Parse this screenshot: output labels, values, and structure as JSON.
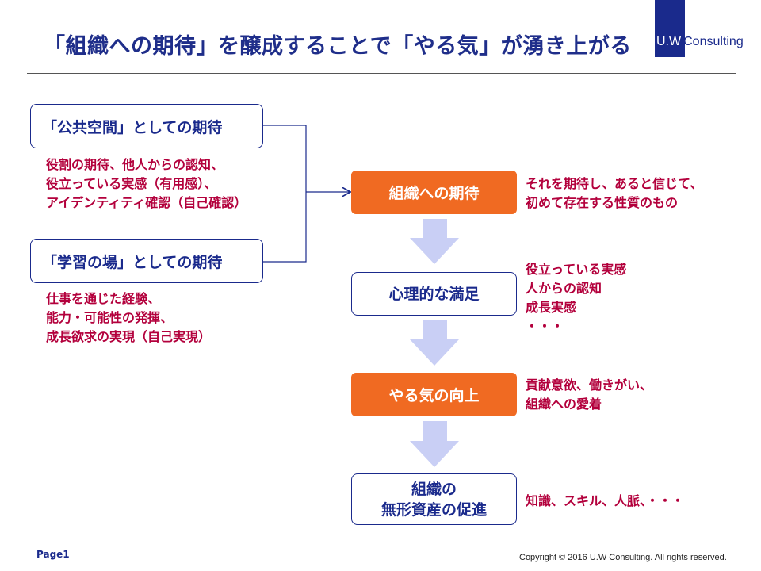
{
  "header": {
    "title": "「組織への期待」を醸成することで「やる気」が湧き上がる",
    "brand_prefix": "U.W",
    "brand_suffix": "Consulting"
  },
  "left": {
    "public_space": {
      "label": "「公共空間」としての期待",
      "details": "役割の期待、他人からの認知、\n役立っている実感（有用感）、\nアイデンティティ確認（自己確認）"
    },
    "learning_place": {
      "label": "「学習の場」としての期待",
      "details": "仕事を通じた経験、\n能力・可能性の発揮、\n成長欲求の実現（自己実現）"
    }
  },
  "flow": [
    {
      "label": "組織への期待",
      "style": "orange",
      "note": "それを期待し、あると信じて、\n初めて存在する性質のもの"
    },
    {
      "label": "心理的な満足",
      "style": "outline",
      "note": "役立っている実感\n人からの認知\n成長実感\n・・・"
    },
    {
      "label": "やる気の向上",
      "style": "orange",
      "note": "貢献意欲、働きがい、\n組織への愛着"
    },
    {
      "label": "組織の\n無形資産の促進",
      "style": "outline",
      "note": "知識、スキル、人脈、・・・"
    }
  ],
  "colors": {
    "navy": "#1a2a8c",
    "orange": "#f06a22",
    "crimson": "#b3003c",
    "arrow": "#c9cff5"
  },
  "footer": {
    "page": "Page1",
    "copyright": "Copyright © 2016 U.W Consulting. All rights reserved."
  }
}
